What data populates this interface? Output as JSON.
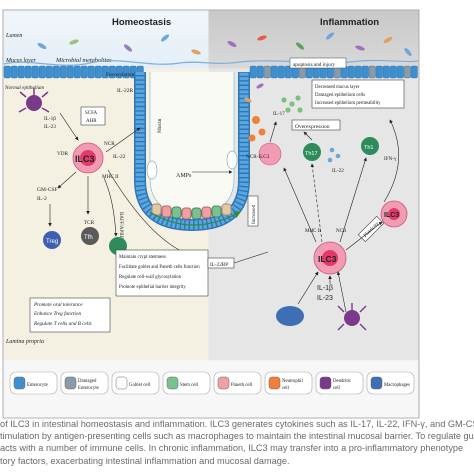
{
  "panels": {
    "homeostasis_title": "Homeostasis",
    "inflammation_title": "Inflammation"
  },
  "regions": {
    "lumen": "Lumen",
    "mucus_layer": "Mucus layer",
    "microbial_metabolites": "Microbial metabolites",
    "normal_epithelium": "Normal epithelium",
    "lamina_propria": "Lamina propria",
    "mucin": "Mucin",
    "apoptosis": "apoptosis and injury"
  },
  "cells": {
    "ilc3_main": "ILC3",
    "ilc3_inflam": "ILC3",
    "ilc3_right": "ILC3",
    "ilc3_small": "NCR-ILC3",
    "treg": "Treg",
    "tfh": "Tfh",
    "th17": "Th17",
    "th1": "Th1"
  },
  "labels": {
    "il1b_left": "IL-1β",
    "il23_left": "IL-23",
    "sch": "SCFA",
    "ahr": "AHR",
    "vdr": "VDR",
    "ncr": "NCR",
    "mhc2": "MHC II",
    "il22": "IL-22",
    "il22r": "IL-22R",
    "gmcsf": "GM-CSF",
    "il2": "IL-2",
    "tcr": "TCR",
    "baff": "BAFF/APRIL",
    "fucosylation": "Fucosylation",
    "amps": "AMPs",
    "il17": "IL-17",
    "ifng": "IFN-γ",
    "il22_r": "IL-22",
    "ncr_r": "NCR",
    "mhc2_r": "MHC II",
    "il1b_r": "IL-1β",
    "il23_r": "IL-23",
    "il22bp": "IL-22BP",
    "overexpression": "Overexpression",
    "increased": "Increased",
    "plasticity": "Plasticity"
  },
  "functions_center": [
    "Maintain crypt stemness",
    "Facilitate goblet and Paneth cells function",
    "Regulate cell-wall glycosylation",
    "Promote epithelial barrier integrity"
  ],
  "functions_left": [
    "Promote oral tolerance",
    "Enhance Treg function",
    "Regulate T cells and B cells"
  ],
  "damage_box": [
    "Decreased mucus layer",
    "Damaged epithelium cells",
    "Increased epithelium permeability"
  ],
  "legend": [
    {
      "label": "Enterocyte",
      "icon": "enterocyte-icon"
    },
    {
      "label": "Damaged Enterocyte",
      "icon": "damaged-enterocyte-icon"
    },
    {
      "label": "Goblet cell",
      "icon": "goblet-cell-icon"
    },
    {
      "label": "Stem cell",
      "icon": "stem-cell-icon"
    },
    {
      "label": "Paneth cell",
      "icon": "paneth-cell-icon"
    },
    {
      "label": "Neutrophil cell",
      "icon": "neutrophil-icon"
    },
    {
      "label": "Dendritic cell",
      "icon": "dendritic-cell-icon"
    },
    {
      "label": "Macrophages",
      "icon": "macrophage-icon"
    }
  ],
  "caption": [
    "of ILC3 in intestinal homeostasis and inflammation. ILC3 generates cytokines such as IL-17, IL-22, IFN-γ, and GM-CSF",
    "timulation by antigen-presenting cells such as macrophages to maintain the intestinal mucosal barrier. To regulate gu",
    "acts with a number of immune cells. In chronic inflammation, ILC3 may transfer into a pro-inflammatory phenotype",
    "tory factors, exacerbating intestinal inflammation and mucosal damage."
  ],
  "colors": {
    "homeostasis_bg": "#f4f1e2",
    "inflammation_bg": "#e6e6e6",
    "lumen_left": "#f5f8fb",
    "lumen_right": "#d3d3d3",
    "epithelium": "#3e8fcf",
    "ilc3": "#e23a6b",
    "treg": "#3e5fb0",
    "tfh": "#6a6a6a",
    "th17": "#2e8c5a"
  }
}
